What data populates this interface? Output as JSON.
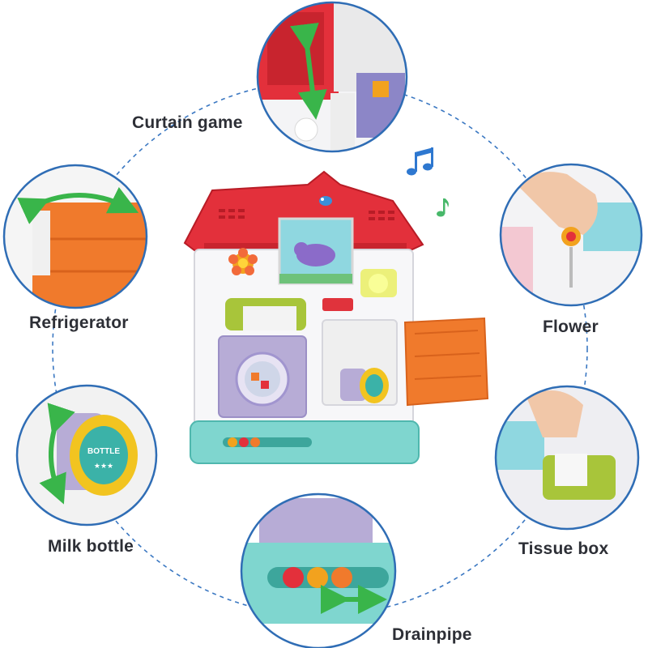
{
  "features": {
    "curtain_game": "Curtain game",
    "refrigerator": "Refrigerator",
    "flower": "Flower",
    "milk_bottle": "Milk bottle",
    "tissue_box": "Tissue box",
    "drainpipe": "Drainpipe"
  },
  "toy_text": {
    "bottle_label": "BOTTLE",
    "bottle_stars": "★★★"
  },
  "colors": {
    "ring_dash": "#3b78c2",
    "circle_border": "#2f6db5",
    "roof_red": "#e3303b",
    "base_teal": "#7fd6cf",
    "fridge_orange": "#f07a2c",
    "washer_purple": "#b7acd6",
    "arrow_green": "#39b54a",
    "music_note_blue": "#2e78d0",
    "music_note_green": "#48b86a",
    "label_text": "#2d2f36"
  },
  "icons": [
    "double-arrow-icon",
    "music-note-icon",
    "star-icon",
    "flower-icon"
  ]
}
